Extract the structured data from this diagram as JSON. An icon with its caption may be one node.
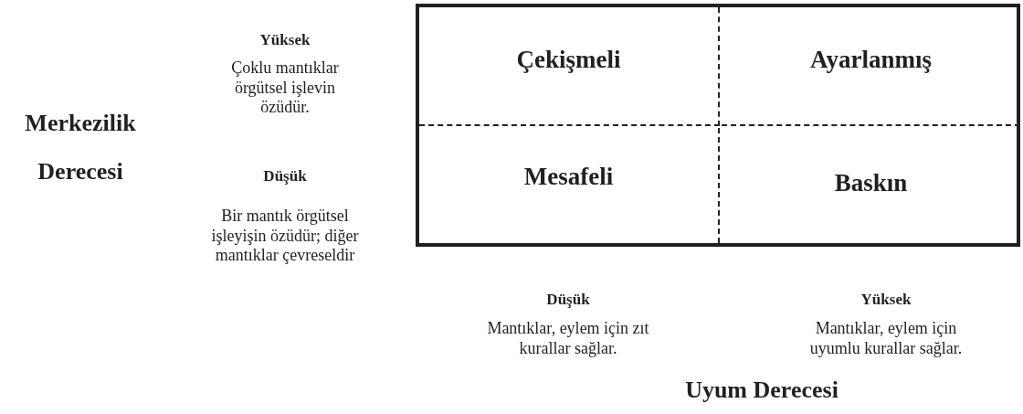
{
  "diagram": {
    "nodes": [
      {
        "text": [],
        "shape": "box"
      },
      {
        "text": [
          "Çekişmeli"
        ],
        "in": 0
      },
      {
        "text": [
          "Ayarlanmış"
        ],
        "in": 0
      },
      {
        "text": [
          "Mesafeli"
        ],
        "in": 0
      },
      {
        "text": [
          "Baskın"
        ],
        "in": 0
      }
    ],
    "edges": [],
    "labels": [
      "Yüksek",
      "Çoklu mantıklar örgütsel işlevin özüdür.",
      "Merkezilik Derecesi",
      "Düşük",
      "Bir mantık örgütsel işleyişin özüdür; diğer mantıklar çevreseldir",
      "Düşük",
      "Mantıklar, eylem için zıt kurallar sağlar.",
      "Yüksek",
      "Mantıklar, eylem için uyumlu kurallar sağlar.",
      "Uyum Derecesi"
    ]
  }
}
